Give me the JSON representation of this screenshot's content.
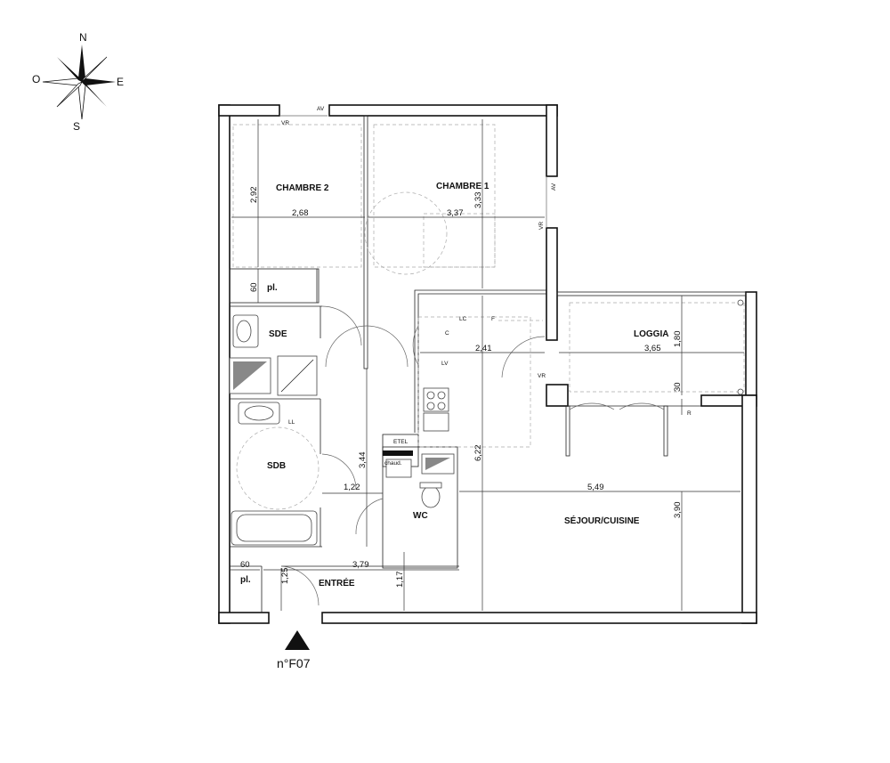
{
  "compass": {
    "n": "N",
    "e": "E",
    "s": "S",
    "w": "O"
  },
  "rooms": {
    "chambre2": "CHAMBRE 2",
    "chambre1": "CHAMBRE 1",
    "loggia": "LOGGIA",
    "sde": "SDE",
    "sdb": "SDB",
    "wc": "WC",
    "sejour": "SÉJOUR/CUISINE",
    "entree": "ENTRÉE",
    "placard1": "pl.",
    "placard2": "pl."
  },
  "dimensions": {
    "ch2_height": "2,92",
    "ch2_width": "2,68",
    "ch1_width": "3,37",
    "ch1_height": "3,33",
    "placard_60a": "60",
    "kitchen_width": "2,41",
    "loggia_width": "3,65",
    "loggia_height": "1,80",
    "loggia_30": "30",
    "sejour_height": "6,22",
    "corridor_height": "3,44",
    "corridor_width": "1,22",
    "sejour_width": "5,49",
    "sejour_lower_height": "3,90",
    "entree_width": "3,79",
    "placard_60b": "60",
    "entree_125": "1,25",
    "entree_117": "1,17"
  },
  "fixtures": {
    "vr_top": "VR",
    "av_top": "AV",
    "av_right": "AV",
    "vr_right1": "VR",
    "vr_right2": "VR",
    "lc": "LC",
    "f": "F",
    "c": "C",
    "lv": "LV",
    "ll": "LL",
    "etel": "ETEL",
    "chaud": "chaud.",
    "r": "R"
  },
  "apartment_ref": "n°F07"
}
